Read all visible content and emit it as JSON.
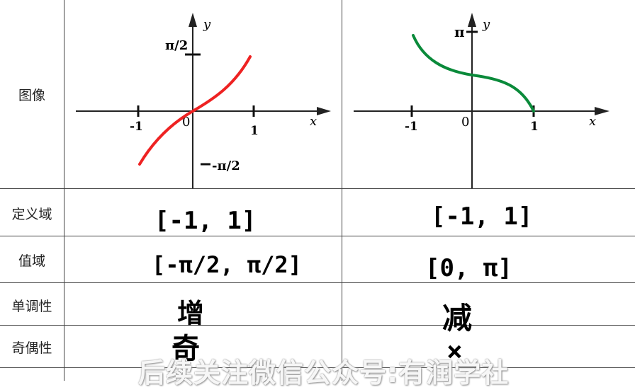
{
  "rows": {
    "image": "图像",
    "domain": "定义域",
    "range": "值域",
    "monotonicity": "单调性",
    "parity": "奇偶性"
  },
  "arcsin": {
    "axes": {
      "x": "x",
      "y": "y",
      "origin": "0"
    },
    "ticks": {
      "neg_one": "-1",
      "one": "1",
      "pi_half": "π/2",
      "neg_pi_half": "-π/2"
    },
    "domain": "[-1, 1]",
    "range": "[-π/2, π/2]",
    "monotonicity": "增",
    "parity": "奇",
    "curve_color": "#ee2222"
  },
  "arccos": {
    "axes": {
      "x": "x",
      "y": "y",
      "origin": "0"
    },
    "ticks": {
      "neg_one": "-1",
      "one": "1",
      "pi": "π"
    },
    "domain": "[-1, 1]",
    "range": "[0, π]",
    "monotonicity": "减",
    "parity": "×",
    "curve_color": "#0a8a3a"
  },
  "watermark": "后续关注微信公众号:有润学社"
}
